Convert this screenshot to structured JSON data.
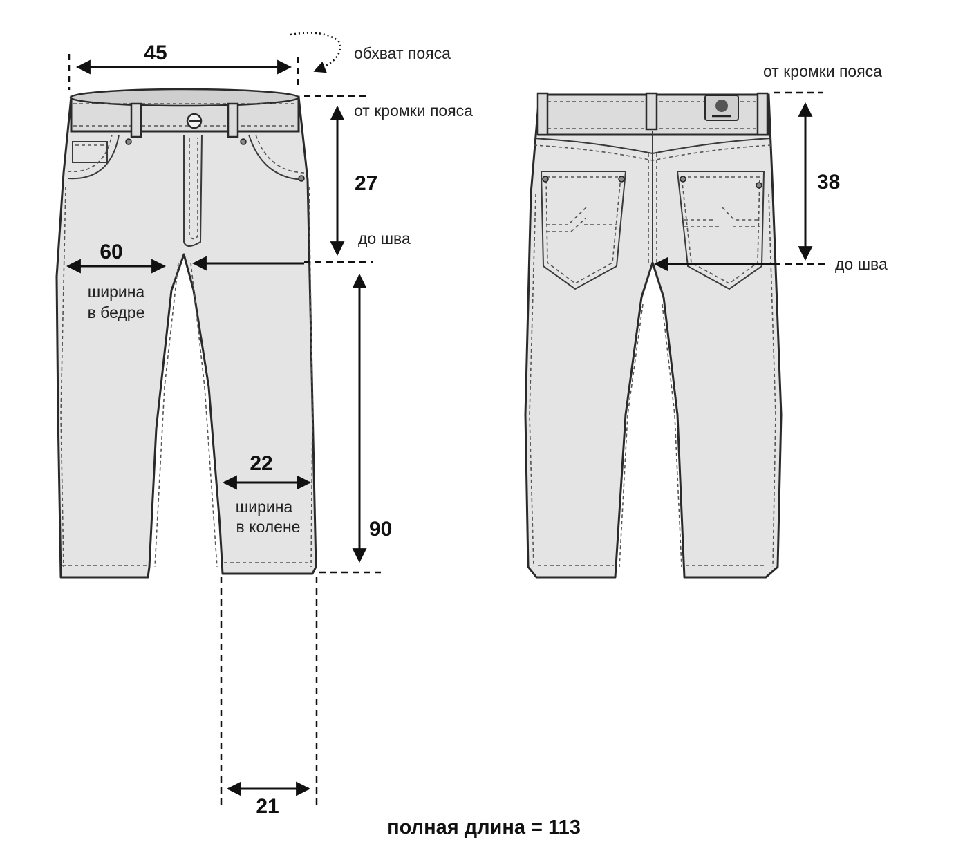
{
  "front": {
    "waist_value": "45",
    "waist_label": "обхват пояса",
    "rise_top_label": "от кромки пояса",
    "rise_value": "27",
    "rise_bottom_label": "до шва",
    "hip_value": "60",
    "hip_label_line1": "ширина",
    "hip_label_line2": "в бедре",
    "knee_value": "22",
    "knee_label_line1": "ширина",
    "knee_label_line2": "в колене",
    "inseam_value": "90",
    "hem_value": "21"
  },
  "back": {
    "rise_top_label": "от кромки пояса",
    "rise_value": "38",
    "rise_bottom_label": "до шва"
  },
  "total_length_label": "полная длина = 113"
}
